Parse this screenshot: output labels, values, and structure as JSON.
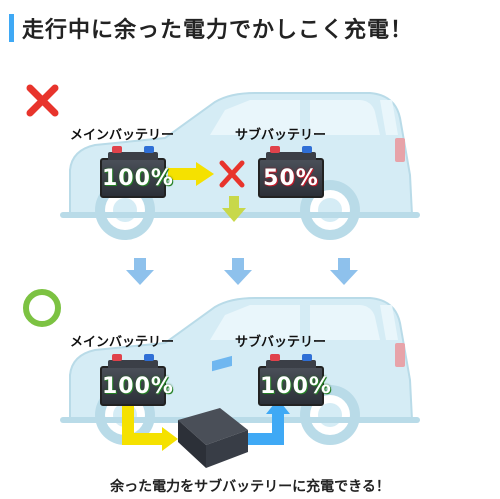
{
  "title": "走行中に余った電力でかしこく充電！",
  "top_panel": {
    "main_label": "メインバッテリー",
    "sub_label": "サブバッテリー",
    "main_percent": "100%",
    "sub_percent": "50%"
  },
  "bottom_panel": {
    "main_label": "メインバッテリー",
    "sub_label": "サブバッテリー",
    "main_percent": "100%",
    "sub_percent": "100%"
  },
  "caption": "余った電力をサブバッテリーに充電できる！",
  "colors": {
    "accent_blue": "#3fa9f5",
    "cross_red": "#e8342c",
    "circle_green": "#7cc242",
    "arrow_yellow": "#f5e100",
    "car_body": "#cfe9f3"
  },
  "icons": [
    "cross-icon",
    "circle-icon",
    "down-arrow-icon",
    "right-arrow-icon",
    "dc-dc-charger-icon"
  ]
}
